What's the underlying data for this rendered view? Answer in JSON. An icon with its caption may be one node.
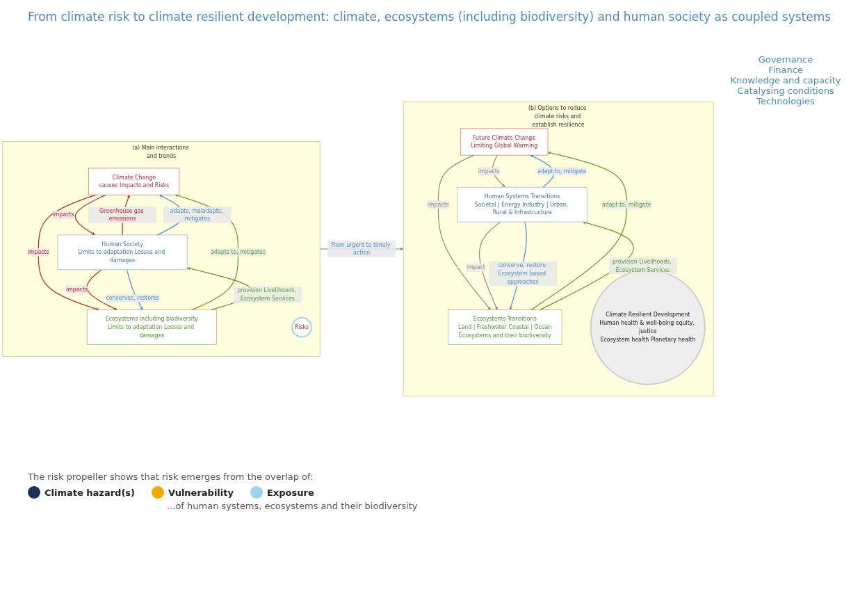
{
  "diagram": {
    "title": "From climate risk to climate resilient development: climate, ecosystems (including biodiversity) and human society as coupled systems",
    "nodes": [
      {
        "text": [
          "(a) Main interactions and trends"
        ]
      },
      {
        "text": [
          "Climate Change",
          "causes Impacts and Risks"
        ],
        "in": 0
      },
      {
        "text": [
          "Risks"
        ],
        "in": 0
      },
      {
        "text": [
          "Human Society",
          "Limits to adaptation Losses and damages"
        ],
        "in": 0
      },
      {
        "text": [
          "Ecosystems including biodiversity",
          "Limits to adaptation Losses and damages"
        ],
        "in": 0
      },
      {
        "text": [
          "(b) Options to reduce climate risks and establish resilience"
        ]
      },
      {
        "text": [
          "Future Climate Change",
          "Limiting Global Warming"
        ],
        "in": 5
      },
      {
        "text": [
          "Climate Resilient Development",
          "Human health & well-being equity, justice",
          "Ecosystem health Planetary health"
        ],
        "in": 5
      },
      {
        "text": [
          "Human Systems Transitions",
          "Societal | Energy Industry | Urban, Rural & Infrastructure"
        ],
        "in": 5
      },
      {
        "text": [
          "Ecosystems Transitions",
          "Land | Freshwater Coastal | Ocean",
          "Ecosystems and their biodiversity"
        ],
        "in": 5
      }
    ],
    "edges": [
      {
        "from": 3,
        "to": 1,
        "arrow": "to",
        "label": "Greenhouse gas emissions",
        "color": "#d42027"
      },
      {
        "from": 3,
        "to": 1,
        "arrow": "to",
        "label": "adapts, maladapts, mitigates",
        "color": "#4a90d0"
      },
      {
        "from": 1,
        "to": 3,
        "arrow": "to",
        "label": "impacts",
        "color": "#d42027"
      },
      {
        "from": 1,
        "to": 4,
        "arrow": "to",
        "label": "impacts",
        "color": "#d42027"
      },
      {
        "from": 4,
        "to": 1,
        "arrow": "to",
        "label": "adapts to, mitigates",
        "color": "#5aa02c"
      },
      {
        "from": 3,
        "to": 4,
        "arrow": "to",
        "label": "impacts",
        "color": "#d42027"
      },
      {
        "from": 3,
        "to": 4,
        "arrow": "to",
        "label": "conserves, restores",
        "color": "#4a90d0"
      },
      {
        "from": 4,
        "to": 3,
        "arrow": "to",
        "label": "provision Livelihoods, Ecosystem Services",
        "color": "#5aa02c"
      },
      {
        "from": 0,
        "to": 5,
        "arrow": "to",
        "label": "From urgent to timely action",
        "color": "#4a90d0"
      },
      {
        "from": 8,
        "to": 6,
        "arrow": "to",
        "label": "adapt to, mitigate",
        "color": "#4a90d0"
      },
      {
        "from": 6,
        "to": 8,
        "arrow": "to",
        "label": "impacts",
        "color": "#8c8c8c"
      },
      {
        "from": 6,
        "to": 9,
        "arrow": "to",
        "label": "impacts",
        "color": "#8c8c8c"
      },
      {
        "from": 9,
        "to": 6,
        "arrow": "to",
        "label": "adapt to, mitigate",
        "color": "#5aa02c"
      },
      {
        "from": 8,
        "to": 9,
        "arrow": "to",
        "label": "impact",
        "color": "#8c8c8c"
      },
      {
        "from": 8,
        "to": 9,
        "arrow": "to",
        "label": "conserve, restore Ecosystem based approaches",
        "color": "#4a90d0"
      },
      {
        "from": 9,
        "to": 8,
        "arrow": "to",
        "label": "provision Livelihoods, Ecosystem Services",
        "color": "#5aa02c"
      }
    ],
    "labels": [
      "Governance",
      "Finance",
      "Knowledge and capacity",
      "Catalysing conditions",
      "Technologies",
      "The risk propeller shows that risk emerges from the overlap of:",
      "...of human systems, ecosystems and their biodiversity"
    ],
    "legend": [
      {
        "text": "Climate hazard(s)",
        "color": "#1b3355"
      },
      {
        "text": "Vulnerability",
        "color": "#f2a900"
      },
      {
        "text": "Exposure",
        "color": "#9dd3f0"
      }
    ]
  }
}
